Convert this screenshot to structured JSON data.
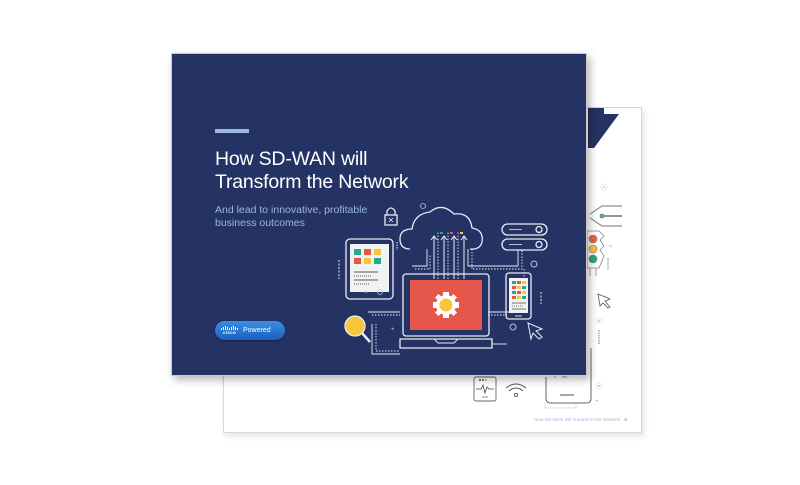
{
  "back_page": {
    "footer_text": "How SD-WAN will Transform the Network",
    "page_number": "5",
    "traffic_light_colors": [
      "#f0643f",
      "#f7c63d",
      "#24a98b"
    ]
  },
  "cover": {
    "background_color": "#243363",
    "accent_color": "#9bb8dc",
    "title_line1": "How SD-WAN will",
    "title_line2": "Transform the Network",
    "subtitle_line1": "And lead to innovative, profitable",
    "subtitle_line2": "business outcomes",
    "badge": {
      "logo_text": "cisco",
      "label": "Powered"
    },
    "illustration": {
      "laptop_screen_color": "#e4574a",
      "gear_color": "#f7c63d",
      "tile_colors": [
        "#24a98b",
        "#e4574a",
        "#f7c63d"
      ],
      "icons": [
        "lock-icon",
        "cloud-icon",
        "server-icon",
        "tablet-icon",
        "laptop-icon",
        "smartphone-icon",
        "magnifier-icon",
        "cursor-icon"
      ]
    }
  }
}
